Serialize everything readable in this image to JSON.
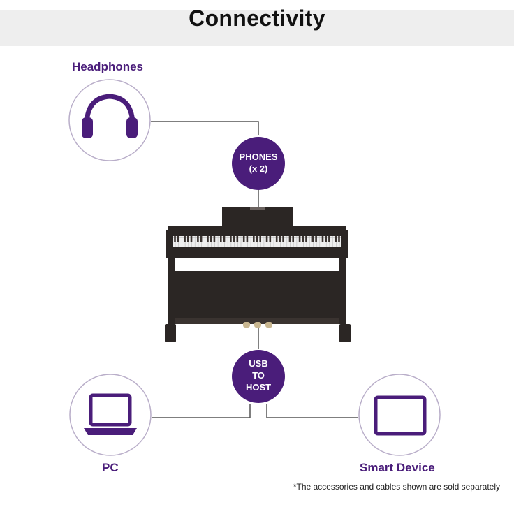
{
  "title": "Connectivity",
  "devices": {
    "headphones": {
      "label": "Headphones",
      "icon": "headphones-icon"
    },
    "pc": {
      "label": "PC",
      "icon": "laptop-icon"
    },
    "smart_device": {
      "label": "Smart Device",
      "icon": "tablet-icon"
    }
  },
  "ports": {
    "phones": {
      "line1": "PHONES",
      "line2": "(x 2)"
    },
    "usb": {
      "line1": "USB",
      "line2": "TO",
      "line3": "HOST"
    }
  },
  "footnote": "*The accessories and cables shown are sold separately",
  "colors": {
    "accent": "#4a1d7a",
    "ring": "#b9aec9",
    "line": "#555555",
    "piano": "#2b2624"
  }
}
